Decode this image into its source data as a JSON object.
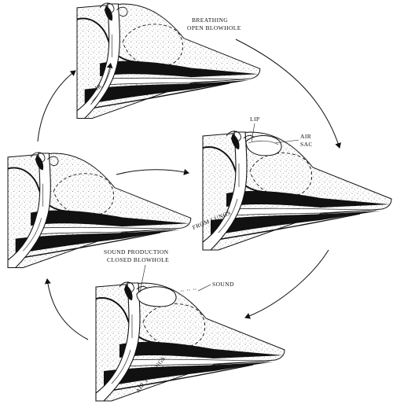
{
  "labels": {
    "breathing_line1": "BREATHING",
    "breathing_line2": "OPEN BLOWHOLE",
    "air_top": "AIR",
    "lip": "LIP",
    "air_sac_line1": "AIR",
    "air_sac_line2": "SAC",
    "from_lungs": "FROM LUNGS",
    "sound_production_line1": "SOUND PRODUCTION",
    "sound_production_line2": "CLOSED BLOWHOLE",
    "sound": "SOUND",
    "air_to_lungs": "AIR TO LUNGS"
  },
  "colors": {
    "ink": "#111111",
    "stipple": "#8a8a8a",
    "paper": "#ffffff"
  }
}
